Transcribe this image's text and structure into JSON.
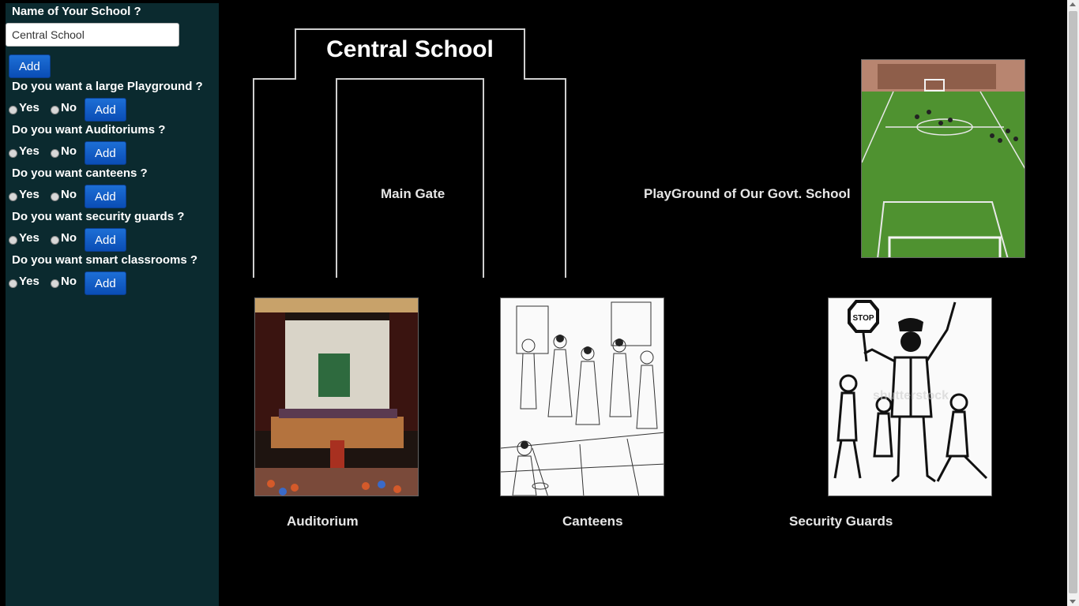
{
  "sidebar": {
    "school_name": {
      "label": "Name of Your School ?",
      "value": "Central School",
      "button": "Add"
    },
    "questions": [
      {
        "label": "Do you want a large Playground ?",
        "yes": "Yes",
        "no": "No",
        "button": "Add"
      },
      {
        "label": "Do you want Auditoriums ?",
        "yes": "Yes",
        "no": "No",
        "button": "Add"
      },
      {
        "label": "Do you want canteens ?",
        "yes": "Yes",
        "no": "No",
        "button": "Add"
      },
      {
        "label": "Do you want security guards ?",
        "yes": "Yes",
        "no": "No",
        "button": "Add"
      },
      {
        "label": "Do you want smart classrooms ?",
        "yes": "Yes",
        "no": "No",
        "button": "Add"
      }
    ]
  },
  "main": {
    "school_title": "Central School",
    "gate_label": "Main Gate",
    "playground_label": "PlayGround of Our Govt. School",
    "auditorium_label": "Auditorium",
    "canteens_label": "Canteens",
    "security_label": "Security Guards",
    "stop_sign_text": "STOP"
  },
  "colors": {
    "sidebar_bg": "#0b2a2f",
    "button_blue": "#0a4db5",
    "page_bg": "#000000"
  }
}
